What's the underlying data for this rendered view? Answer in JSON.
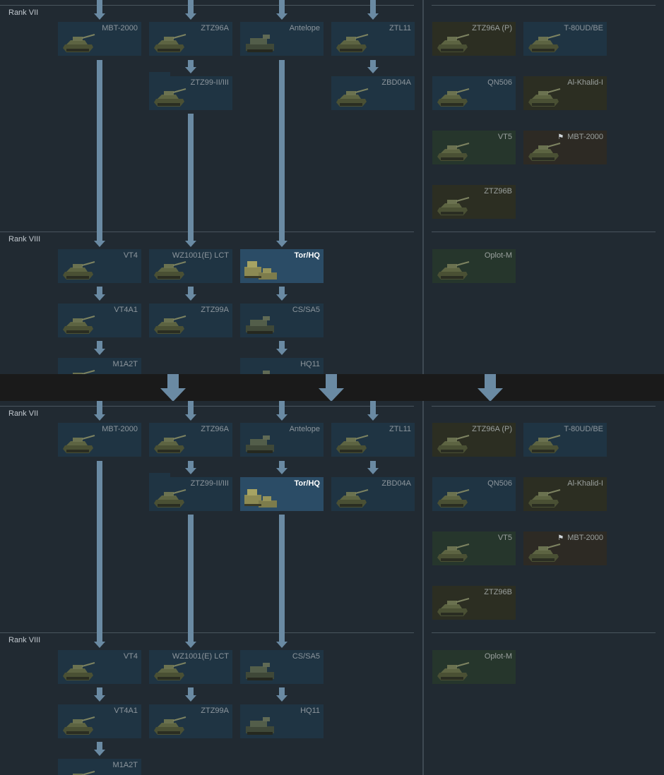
{
  "colors": {
    "background": "#212a32",
    "arrow": "#6a8aa3",
    "card": "#1f3443",
    "selected": "#2b4c66"
  },
  "panels": [
    {
      "ranks": {
        "vii": "Rank VII",
        "viii": "Rank VIII"
      },
      "cards": [
        {
          "name": "MBT-2000",
          "icon": "tank-icon"
        },
        {
          "name": "ZTZ96A",
          "icon": "tank-icon"
        },
        {
          "name": "Antelope",
          "icon": "spaa-icon"
        },
        {
          "name": "ZTL11",
          "icon": "wheeled-tank-icon"
        },
        {
          "name": "ZTZ99-II/III",
          "icon": "tank-group-icon"
        },
        {
          "name": "ZBD04A",
          "icon": "ifv-icon"
        },
        {
          "name": "VT4",
          "icon": "tank-icon"
        },
        {
          "name": "WZ1001(E) LCT",
          "icon": "tank-icon"
        },
        {
          "name": "Tor/HQ",
          "icon": "sam-group-icon"
        },
        {
          "name": "VT4A1",
          "icon": "tank-icon"
        },
        {
          "name": "ZTZ99A",
          "icon": "tank-icon"
        },
        {
          "name": "CS/SA5",
          "icon": "spaa-icon"
        },
        {
          "name": "M1A2T",
          "icon": "tank-icon"
        },
        {
          "name": "HQ11",
          "icon": "sam-icon"
        },
        {
          "name": "ZTZ96A (P)",
          "icon": "tank-icon"
        },
        {
          "name": "T-80UD/BE",
          "icon": "tank-icon"
        },
        {
          "name": "QN506",
          "icon": "tank-icon"
        },
        {
          "name": "Al-Khalid-I",
          "icon": "tank-icon"
        },
        {
          "name": "VT5",
          "icon": "light-tank-icon"
        },
        {
          "name": "MBT-2000",
          "icon": "tank-icon",
          "mark": "squadron-icon"
        },
        {
          "name": "ZTZ96B",
          "icon": "tank-icon"
        },
        {
          "name": "Oplot-M",
          "icon": "tank-icon"
        }
      ]
    },
    {
      "ranks": {
        "vii": "Rank VII",
        "viii": "Rank VIII"
      },
      "cards": [
        {
          "name": "MBT-2000",
          "icon": "tank-icon"
        },
        {
          "name": "ZTZ96A",
          "icon": "tank-icon"
        },
        {
          "name": "Antelope",
          "icon": "spaa-icon"
        },
        {
          "name": "ZTL11",
          "icon": "wheeled-tank-icon"
        },
        {
          "name": "ZTZ99-II/III",
          "icon": "tank-group-icon"
        },
        {
          "name": "Tor/HQ",
          "icon": "sam-group-icon"
        },
        {
          "name": "ZBD04A",
          "icon": "ifv-icon"
        },
        {
          "name": "VT4",
          "icon": "tank-icon"
        },
        {
          "name": "WZ1001(E) LCT",
          "icon": "tank-icon"
        },
        {
          "name": "CS/SA5",
          "icon": "spaa-icon"
        },
        {
          "name": "VT4A1",
          "icon": "tank-icon"
        },
        {
          "name": "ZTZ99A",
          "icon": "tank-icon"
        },
        {
          "name": "HQ11",
          "icon": "sam-icon"
        },
        {
          "name": "M1A2T",
          "icon": "tank-icon"
        },
        {
          "name": "ZTZ96A (P)",
          "icon": "tank-icon"
        },
        {
          "name": "T-80UD/BE",
          "icon": "tank-icon"
        },
        {
          "name": "QN506",
          "icon": "tank-icon"
        },
        {
          "name": "Al-Khalid-I",
          "icon": "tank-icon"
        },
        {
          "name": "VT5",
          "icon": "light-tank-icon"
        },
        {
          "name": "MBT-2000",
          "icon": "tank-icon",
          "mark": "squadron-icon"
        },
        {
          "name": "ZTZ96B",
          "icon": "tank-icon"
        },
        {
          "name": "Oplot-M",
          "icon": "tank-icon"
        }
      ]
    }
  ]
}
